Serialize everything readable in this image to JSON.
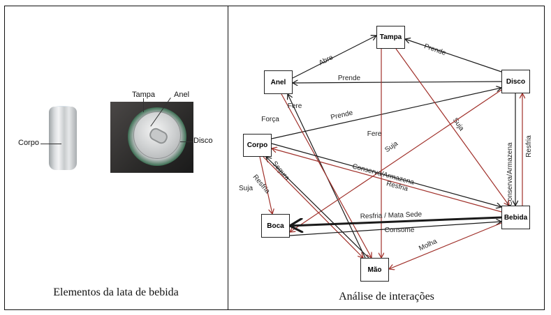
{
  "left_panel": {
    "caption": "Elementos da lata de bebida",
    "labels": {
      "corpo": "Corpo",
      "tampa": "Tampa",
      "anel": "Anel",
      "disco": "Disco"
    }
  },
  "right_panel": {
    "caption": "Análise de interações",
    "colors": {
      "black_edge": "#1a1a1a",
      "red_edge": "#a0302a"
    },
    "nodes": [
      {
        "id": "tampa",
        "label": "Tampa"
      },
      {
        "id": "anel",
        "label": "Anel"
      },
      {
        "id": "disco",
        "label": "Disco"
      },
      {
        "id": "corpo",
        "label": "Corpo"
      },
      {
        "id": "boca",
        "label": "Boca"
      },
      {
        "id": "bebida",
        "label": "Bebida"
      },
      {
        "id": "mao",
        "label": "Mão"
      }
    ],
    "edges": [
      {
        "from": "anel",
        "to": "tampa",
        "label": "Abre",
        "color": "black"
      },
      {
        "from": "disco",
        "to": "tampa",
        "label": "Prende",
        "color": "black"
      },
      {
        "from": "disco",
        "to": "anel",
        "label": "Prende",
        "color": "black"
      },
      {
        "from": "corpo",
        "to": "disco",
        "label": "Prende",
        "color": "black"
      },
      {
        "from": "mao",
        "to": "anel",
        "label": "Força",
        "color": "black"
      },
      {
        "from": "anel",
        "to": "mao",
        "label": "Fere",
        "color": "red"
      },
      {
        "from": "tampa",
        "to": "mao",
        "label": "Fere",
        "color": "red"
      },
      {
        "from": "tampa",
        "to": "bebida",
        "label": "Suja",
        "color": "red"
      },
      {
        "from": "disco",
        "to": "boca",
        "label": "Suja",
        "color": "red"
      },
      {
        "from": "disco",
        "to": "bebida",
        "label": "Conserva/Armazena",
        "color": "black"
      },
      {
        "from": "bebida",
        "to": "disco",
        "label": "Resfria",
        "color": "red"
      },
      {
        "from": "corpo",
        "to": "bebida",
        "label": "Conserva/Armazena",
        "color": "black"
      },
      {
        "from": "bebida",
        "to": "corpo",
        "label": "Resfria",
        "color": "red"
      },
      {
        "from": "corpo",
        "to": "boca",
        "label": "Suja",
        "color": "red"
      },
      {
        "from": "mao",
        "to": "corpo",
        "label": "Segura",
        "color": "black"
      },
      {
        "from": "corpo",
        "to": "mao",
        "label": "Resfria",
        "color": "red"
      },
      {
        "from": "bebida",
        "to": "boca",
        "label": "Resfria / Mata Sede",
        "color": "black",
        "bold": true
      },
      {
        "from": "boca",
        "to": "bebida",
        "label": "Consome",
        "color": "black"
      },
      {
        "from": "bebida",
        "to": "mao",
        "label": "Molha",
        "color": "red"
      }
    ]
  }
}
